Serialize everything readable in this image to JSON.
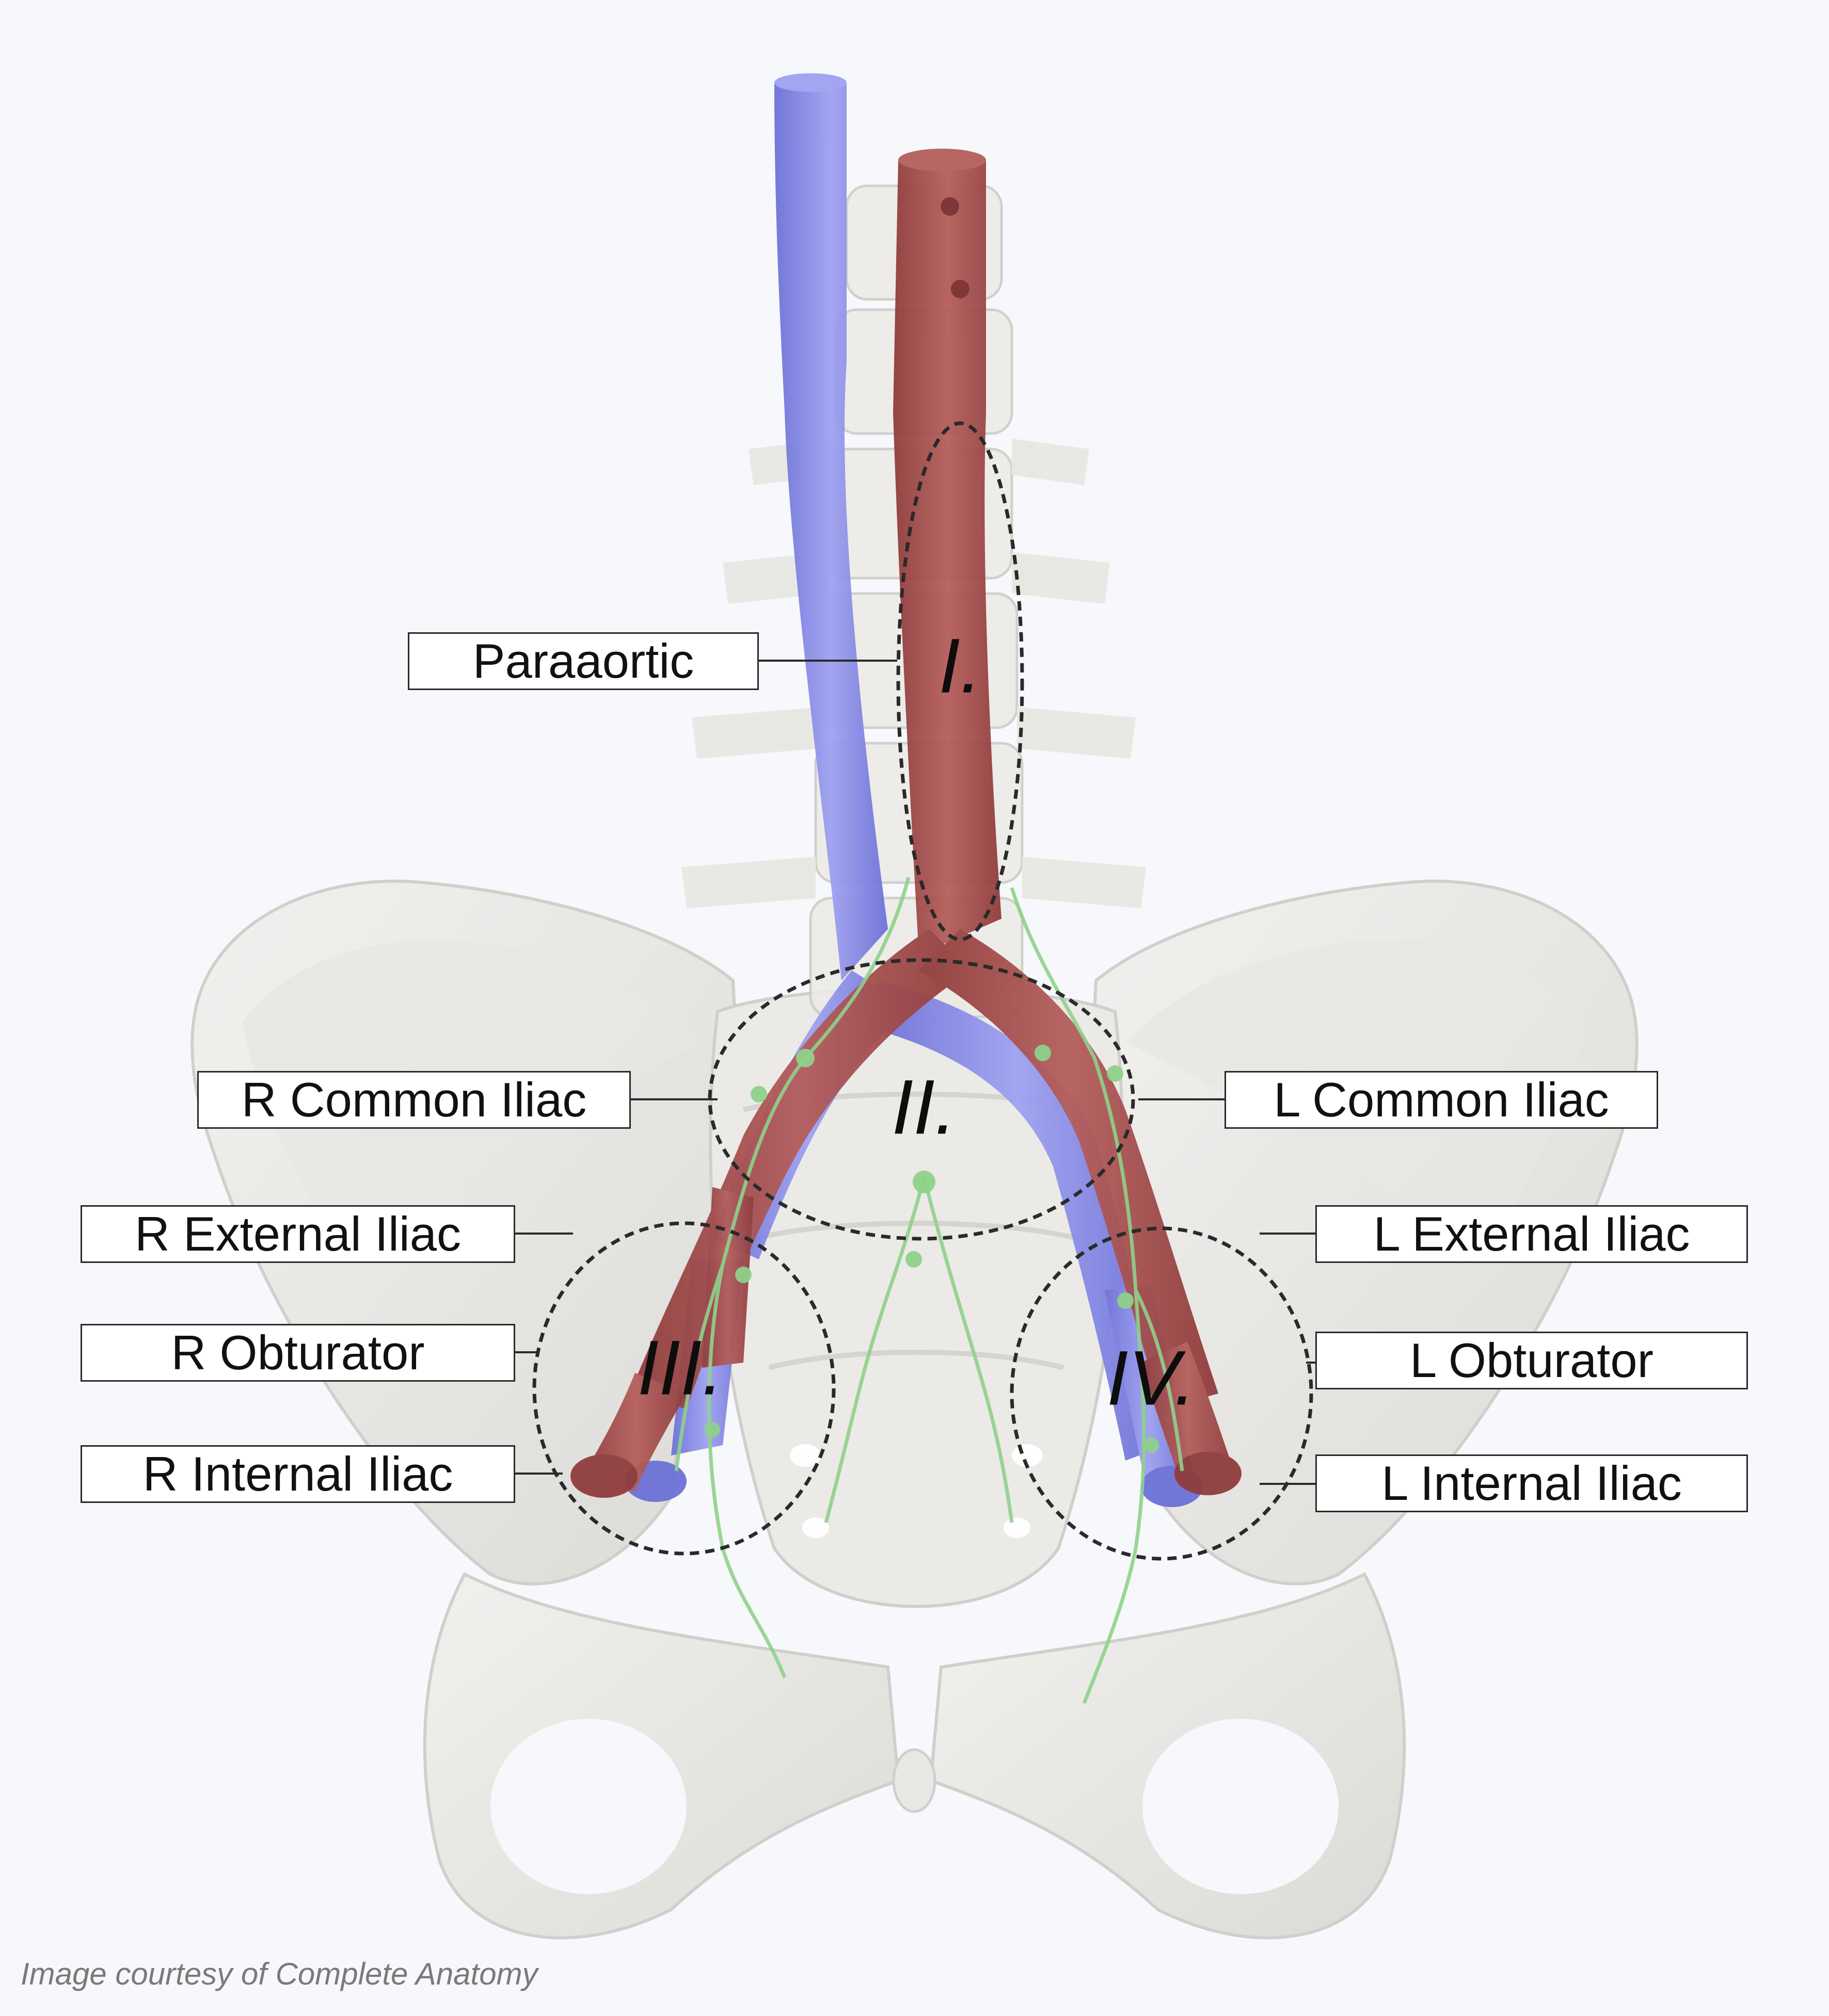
{
  "labels": {
    "paraaortic": "Paraaortic",
    "r_common_iliac": "R Common Iliac",
    "l_common_iliac": "L Common Iliac",
    "r_external_iliac": "R External Iliac",
    "l_external_iliac": "L External Iliac",
    "r_obturator": "R Obturator",
    "l_obturator": "L Obturator",
    "r_internal_iliac": "R Internal Iliac",
    "l_internal_iliac": "L Internal Iliac"
  },
  "regions": {
    "I": "I.",
    "II": "II.",
    "III": "III.",
    "IV": "IV."
  },
  "credit": "Image courtesy of Complete Anatomy",
  "colors": {
    "background": "#f6f8fb",
    "bone": "#ecebe6",
    "bone_shadow": "#d9d8d2",
    "artery": "#a9504f",
    "vein": "#7b7fe0",
    "lymph": "#8fd18a",
    "region_outline": "#2a2a2a"
  }
}
